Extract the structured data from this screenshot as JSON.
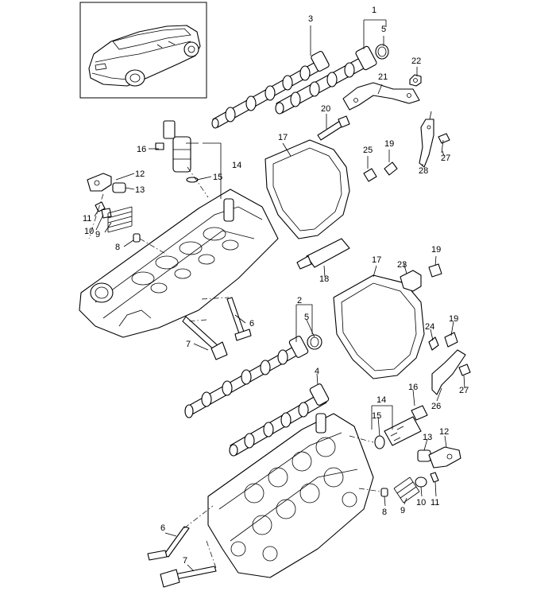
{
  "callouts": [
    {
      "id": "c1",
      "label": "1"
    },
    {
      "id": "c2",
      "label": "2"
    },
    {
      "id": "c3",
      "label": "3"
    },
    {
      "id": "c4",
      "label": "4"
    },
    {
      "id": "c5a",
      "label": "5"
    },
    {
      "id": "c5b",
      "label": "5"
    },
    {
      "id": "c6a",
      "label": "6"
    },
    {
      "id": "c6b",
      "label": "6"
    },
    {
      "id": "c7a",
      "label": "7"
    },
    {
      "id": "c7b",
      "label": "7"
    },
    {
      "id": "c8a",
      "label": "8"
    },
    {
      "id": "c8b",
      "label": "8"
    },
    {
      "id": "c9a",
      "label": "9"
    },
    {
      "id": "c9b",
      "label": "9"
    },
    {
      "id": "c10a",
      "label": "10"
    },
    {
      "id": "c10b",
      "label": "10"
    },
    {
      "id": "c11a",
      "label": "11"
    },
    {
      "id": "c11b",
      "label": "11"
    },
    {
      "id": "c12a",
      "label": "12"
    },
    {
      "id": "c12b",
      "label": "12"
    },
    {
      "id": "c13a",
      "label": "13"
    },
    {
      "id": "c13b",
      "label": "13"
    },
    {
      "id": "c14a",
      "label": "14"
    },
    {
      "id": "c14b",
      "label": "14"
    },
    {
      "id": "c15a",
      "label": "15"
    },
    {
      "id": "c15b",
      "label": "15"
    },
    {
      "id": "c16a",
      "label": "16"
    },
    {
      "id": "c16b",
      "label": "16"
    },
    {
      "id": "c17a",
      "label": "17"
    },
    {
      "id": "c17b",
      "label": "17"
    },
    {
      "id": "c18",
      "label": "18"
    },
    {
      "id": "c19a",
      "label": "19"
    },
    {
      "id": "c19b",
      "label": "19"
    },
    {
      "id": "c19c",
      "label": "19"
    },
    {
      "id": "c20",
      "label": "20"
    },
    {
      "id": "c21",
      "label": "21"
    },
    {
      "id": "c22",
      "label": "22"
    },
    {
      "id": "c23",
      "label": "23"
    },
    {
      "id": "c24",
      "label": "24"
    },
    {
      "id": "c25",
      "label": "25"
    },
    {
      "id": "c26",
      "label": "26"
    },
    {
      "id": "c27a",
      "label": "27"
    },
    {
      "id": "c27b",
      "label": "27"
    },
    {
      "id": "c28",
      "label": "28"
    }
  ]
}
